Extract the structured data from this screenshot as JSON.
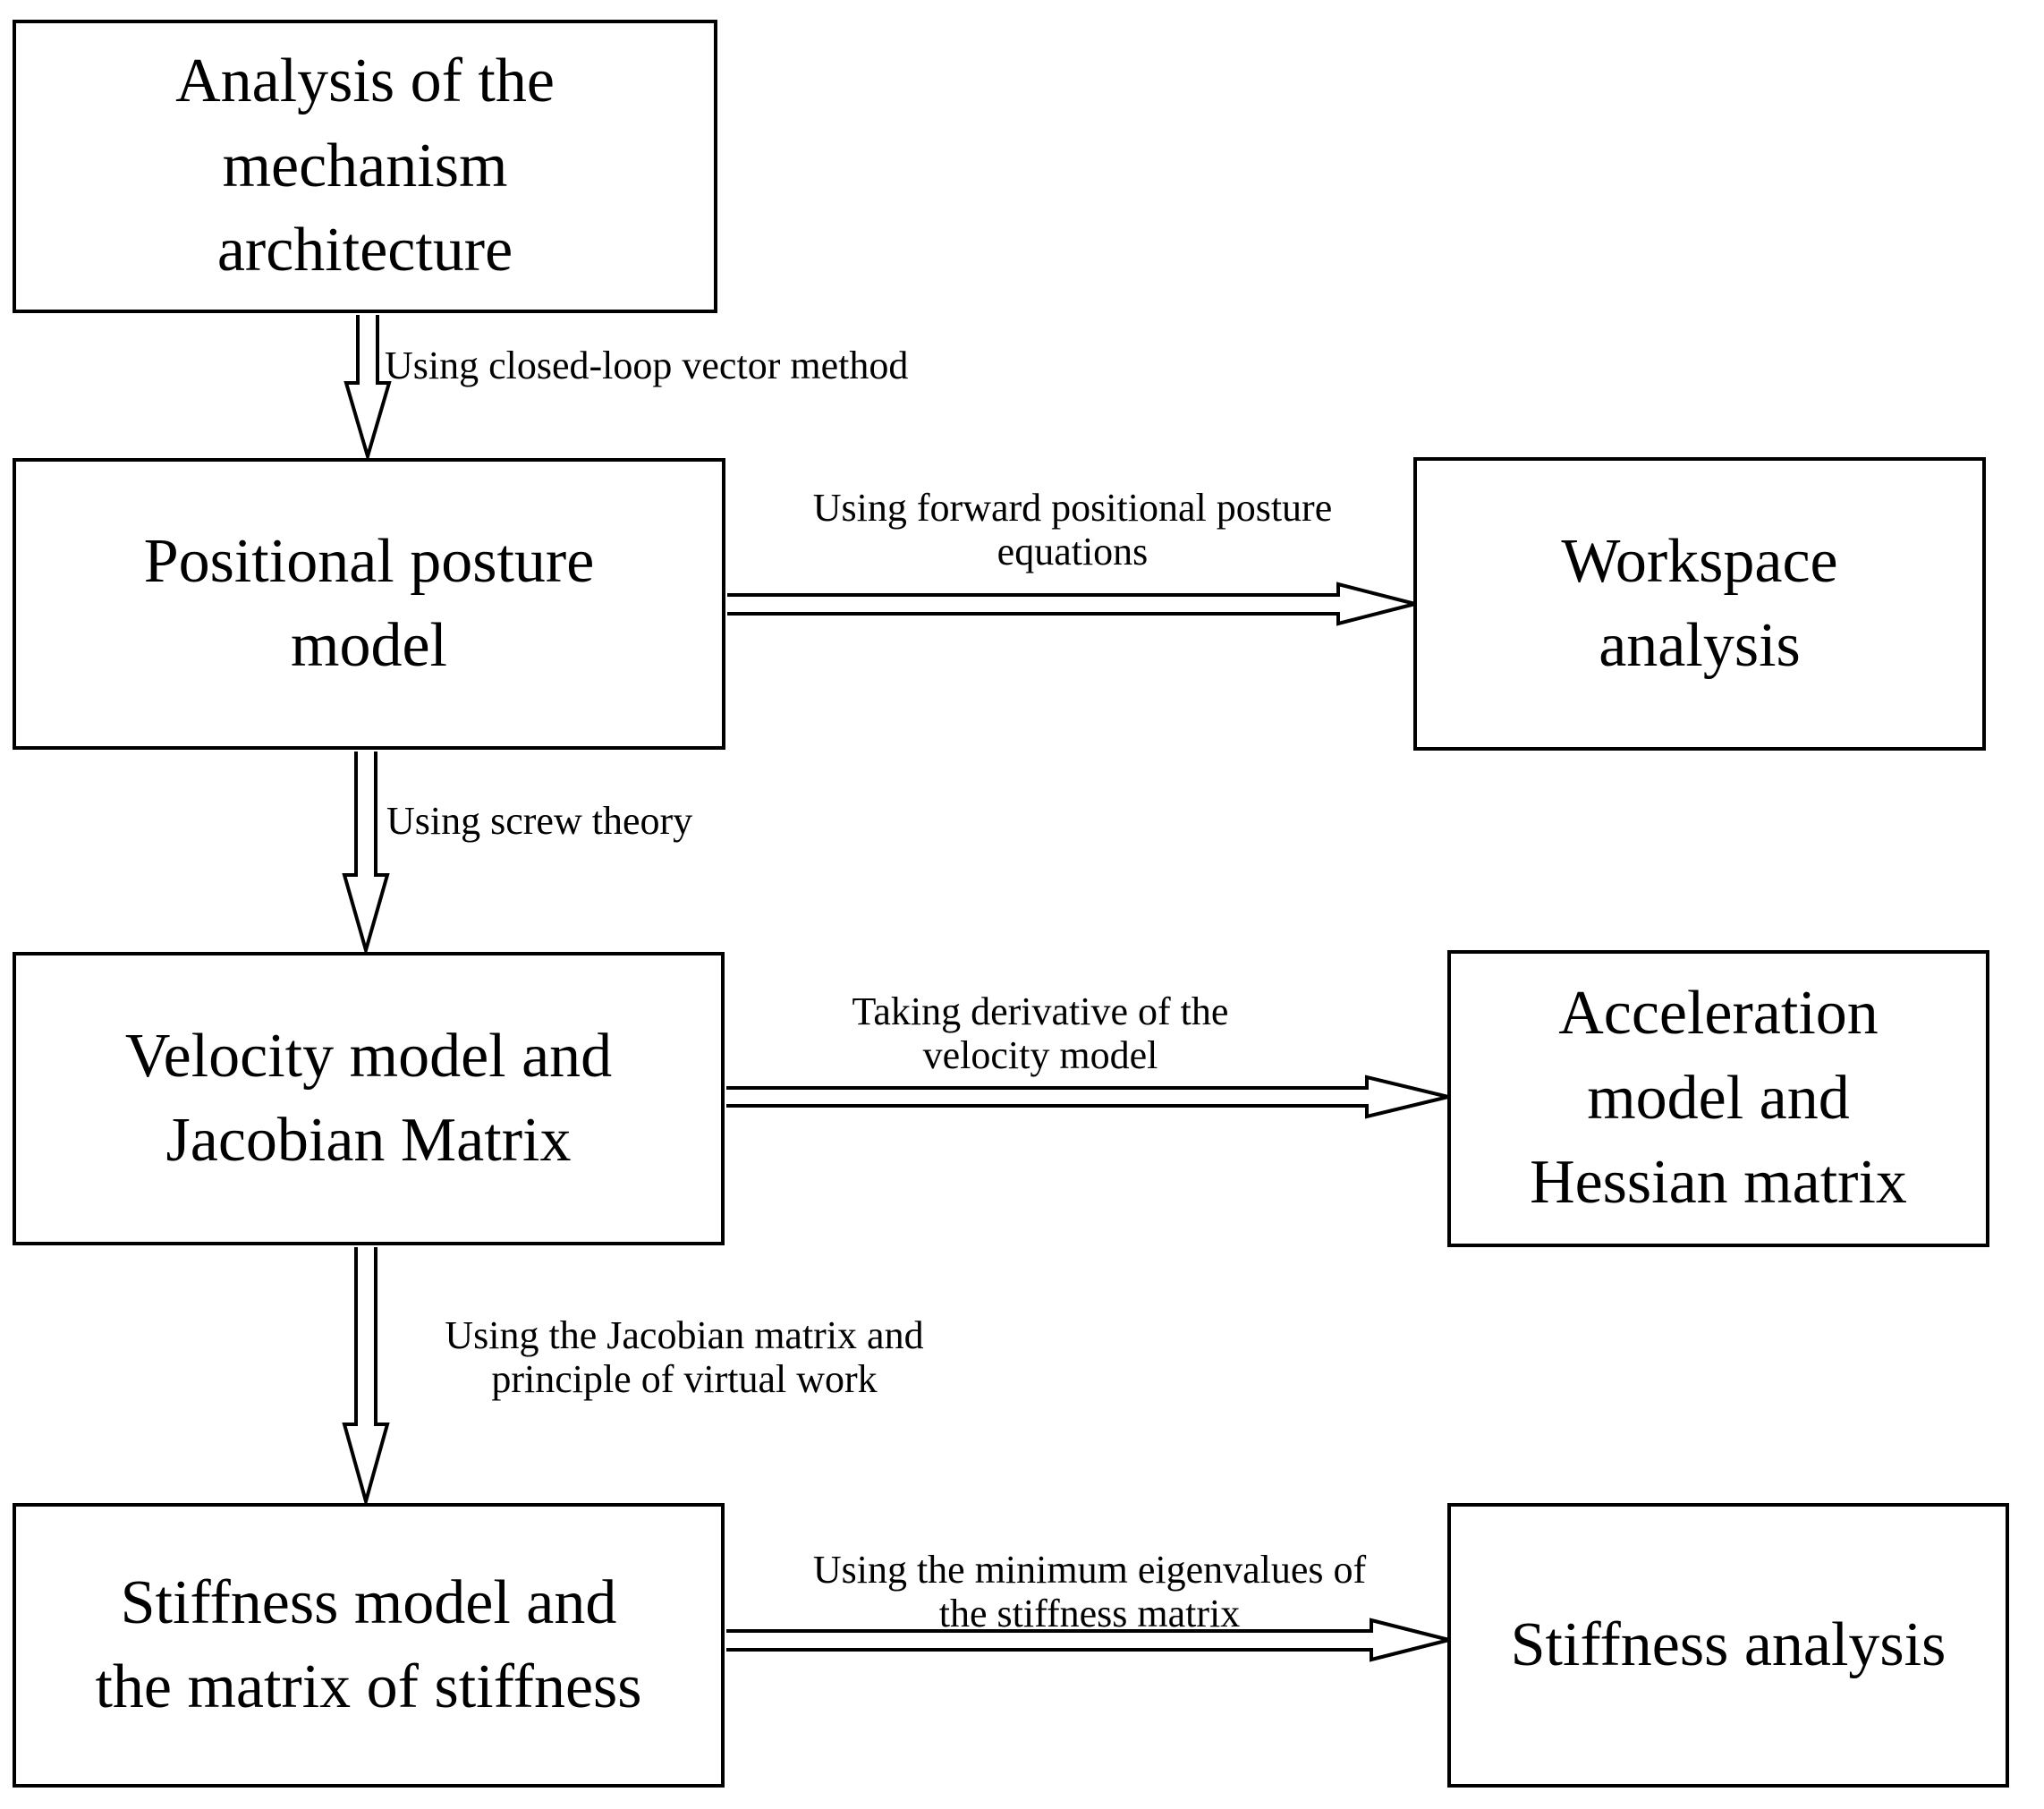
{
  "figure": {
    "type": "flowchart",
    "colors": {
      "background": "#ffffff",
      "line": "#000000",
      "text": "#000000"
    },
    "boxes": {
      "analysis": {
        "lines": [
          "Analysis of the",
          "mechanism",
          "architecture"
        ]
      },
      "positional": {
        "lines": [
          "Positional posture",
          "model"
        ]
      },
      "workspace": {
        "lines": [
          "Workspace",
          "analysis"
        ]
      },
      "velocity": {
        "lines": [
          "Velocity model and",
          "Jacobian Matrix"
        ]
      },
      "acceleration": {
        "lines": [
          "Acceleration",
          "model and",
          "Hessian matrix"
        ]
      },
      "stiffness_model": {
        "lines": [
          "Stiffness model and",
          "the matrix of stiffness"
        ]
      },
      "stiffness_analysis": {
        "lines": [
          "Stiffness analysis"
        ]
      }
    },
    "arrow_labels": {
      "closed_loop": {
        "lines": [
          "Using closed-loop vector method"
        ]
      },
      "forward_posture": {
        "lines": [
          "Using forward positional posture",
          "equations"
        ]
      },
      "screw_theory": {
        "lines": [
          "Using screw theory"
        ]
      },
      "derivative": {
        "lines": [
          "Taking derivative of the",
          "velocity model"
        ]
      },
      "jacobian_virtual": {
        "lines": [
          "Using the Jacobian matrix and",
          "principle of virtual work"
        ]
      },
      "min_eigenvalues": {
        "lines": [
          "Using the minimum eigenvalues of",
          "the stiffness matrix"
        ]
      }
    }
  }
}
